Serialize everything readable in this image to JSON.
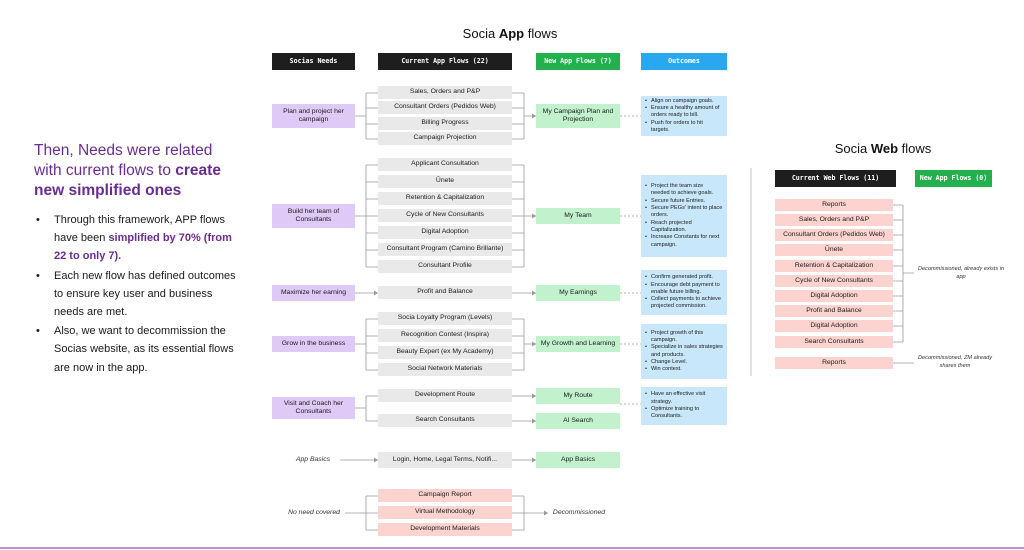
{
  "intro": {
    "line_plain": "Then, Needs were related with current flows to ",
    "line_bold": "create new simplified ones"
  },
  "bullets": [
    {
      "pre": "Through this framework, APP flows have been ",
      "bold": "simplified by 70% (from 22 to only 7).",
      "post": ""
    },
    {
      "pre": "Each new flow has defined outcomes to ensure key user and business needs are met.",
      "bold": "",
      "post": ""
    },
    {
      "pre": "Also, we want to decommission the Socias website, as its essential flows are now in the app.",
      "bold": "",
      "post": ""
    }
  ],
  "app_title": {
    "pre": "Socia ",
    "bold": "App",
    "post": " flows"
  },
  "web_title": {
    "pre": "Socia ",
    "bold": "Web",
    "post": " flows"
  },
  "headers": {
    "needs": "Socias Needs",
    "current": "Current App Flows (22)",
    "new": "New App Flows (7)",
    "outcomes": "Outcomes",
    "web_current": "Current Web Flows (11)",
    "web_new": "New App Flows (0)"
  },
  "needs": [
    "Plan and project her campaign",
    "Build her team of Consultants",
    "Maximize her earning",
    "Grow in the business",
    "Visit and Coach her Consultants"
  ],
  "current_flows": [
    "Sales, Orders and P&P",
    "Consultant Orders (Pedidos Web)",
    "Billing Progress",
    "Campaign Projection",
    "Applicant Consultation",
    "Ūnete",
    "Retention & Capitalization",
    "Cycle of New Consultants",
    "Digital Adoption",
    "Consultant Program (Camino Brillante)",
    "Consultant Profile",
    "Profit and Balance",
    "Socia Loyalty Program (Levels)",
    "Recognition Contest (Inspira)",
    "Beauty Expert (ex My Academy)",
    "Social Network Materials",
    "Development Route",
    "Search Consultants",
    "Login, Home, Legal Terms, Notifi..."
  ],
  "new_flows": [
    "My Campaign Plan and Projection",
    "My Team",
    "My Earnings",
    "My Growth and Learning",
    "My Route",
    "AI Search",
    "App Basics"
  ],
  "outcomes": [
    [
      "Align on campaign goals.",
      "Ensure a healthy amount of orders ready to bill.",
      "Push for orders to hit targets."
    ],
    [
      "Project the team size needed to achieve goals.",
      "Secure future Entries.",
      "Secure PEGs' intent to place orders.",
      "Reach projected Capitalization.",
      "Increase Constants for next campaign."
    ],
    [
      "Confirm generated profit.",
      "Encourage debt payment to enable future billing.",
      "Collect payments to achieve projected commission."
    ],
    [
      "Project growth of this campaign.",
      "Specialize in sales strategies and products.",
      "Change Level.",
      "Win contest."
    ],
    [
      "Have an effective visit strategy.",
      "Optimize training to Consultants."
    ]
  ],
  "app_basics_label": "App Basics",
  "no_need_label": "No need covered",
  "decommission_flows": [
    "Campaign Report",
    "Virtual Methodology",
    "Development Materials"
  ],
  "decommissioned_label": "Decommissioned",
  "web_flows": [
    "Reports",
    "Sales, Orders and P&P",
    "Consultant Orders (Pedidos Web)",
    "Ūnete",
    "Retention & Capitalization",
    "Cycle of New Consultants",
    "Digital Adoption",
    "Profit and Balance",
    "Digital Adoption",
    "Search Consultants",
    "Reports"
  ],
  "web_notes": [
    "Decommissioned, already exists in app",
    "Decommissioned, ZM already shares them"
  ],
  "colors": {
    "needs": "#dfc9f6",
    "current": "#e9e9e9",
    "new": "#c2f1cd",
    "outcomes": "#c9e7fb",
    "decommission": "#fcd3cf",
    "header_dark": "#1e1e1e",
    "header_green": "#22b14c",
    "header_blue": "#29a8f0",
    "accent_purple": "#6a2c91"
  }
}
